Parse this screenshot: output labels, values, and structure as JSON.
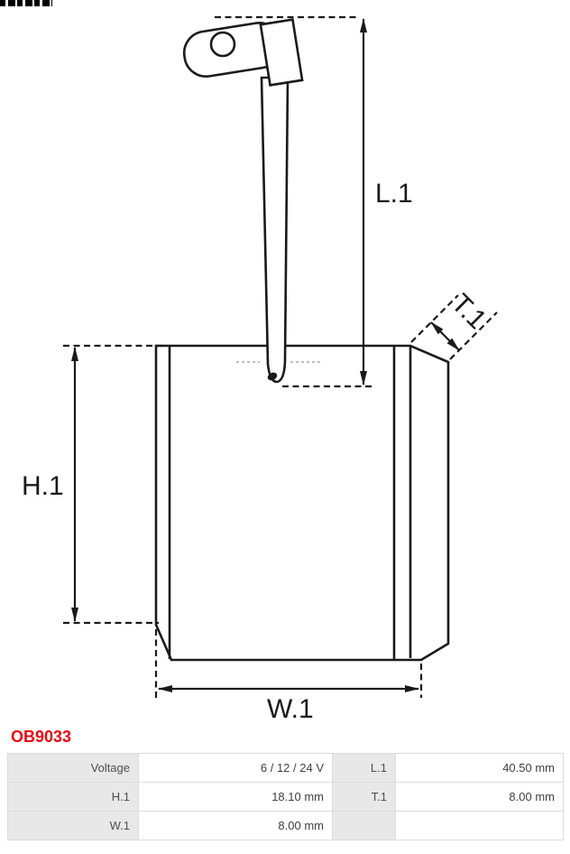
{
  "part_number": "OB9033",
  "colors": {
    "part_number_red": "#e30613",
    "line": "#1a1a1a",
    "table_label_bg": "#e8e8e8"
  },
  "diagram": {
    "description": "Technical drawing of a starter motor carbon brush with lead wire and eyelet terminal",
    "labels": {
      "length": "L.1",
      "height": "H.1",
      "width": "W.1",
      "thickness": "T.1"
    }
  },
  "spec_table": {
    "rows": [
      [
        {
          "label": "Voltage",
          "value": "6 / 12 / 24 V"
        },
        {
          "label": "L.1",
          "value": "40.50 mm"
        }
      ],
      [
        {
          "label": "H.1",
          "value": "18.10 mm"
        },
        {
          "label": "T.1",
          "value": "8.00 mm"
        }
      ],
      [
        {
          "label": "W.1",
          "value": "8.00 mm"
        },
        {
          "label": "",
          "value": ""
        }
      ]
    ]
  }
}
